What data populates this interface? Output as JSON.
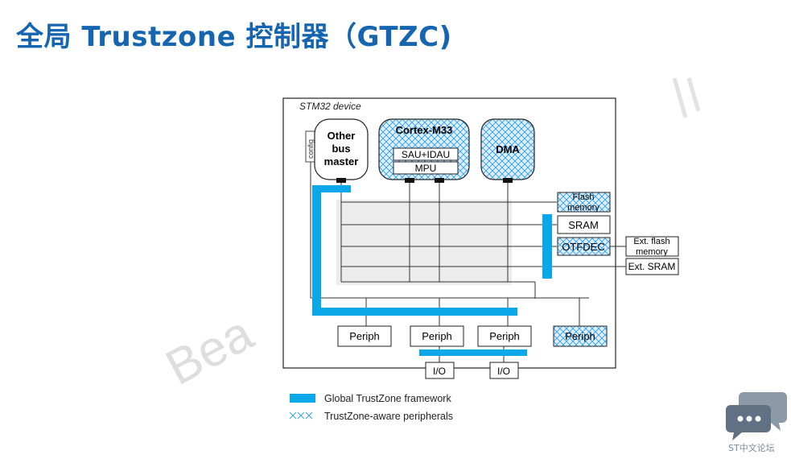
{
  "page": {
    "title": "全局 Trustzone 控制器（GTZC)",
    "watermark": "Bea"
  },
  "diagram": {
    "device_label": "STM32 device",
    "config_label": "config",
    "other_bus_master": [
      "Other",
      "bus",
      "master"
    ],
    "cortex": {
      "title": "Cortex-M33",
      "sau": "SAU+IDAU",
      "mpu": "MPU"
    },
    "dma": "DMA",
    "flash_memory": [
      "Flash",
      "memory"
    ],
    "sram": "SRAM",
    "otfdec": "OTFDEC",
    "ext_flash": [
      "Ext. flash",
      "memory"
    ],
    "ext_sram": "Ext. SRAM",
    "periph": [
      "Periph",
      "Periph",
      "Periph",
      "Periph"
    ],
    "io": [
      "I/O",
      "I/O"
    ]
  },
  "legend": {
    "global_label": "Global TrustZone framework",
    "aware_label": "TrustZone-aware peripherals"
  },
  "colors": {
    "title": "#1565b0",
    "framework_blue": "#0aa8e8",
    "hatch": "#3a9fe0",
    "hatch_bg": "#dbeefb"
  },
  "footer": {
    "logo_text": "ST中文论坛"
  }
}
